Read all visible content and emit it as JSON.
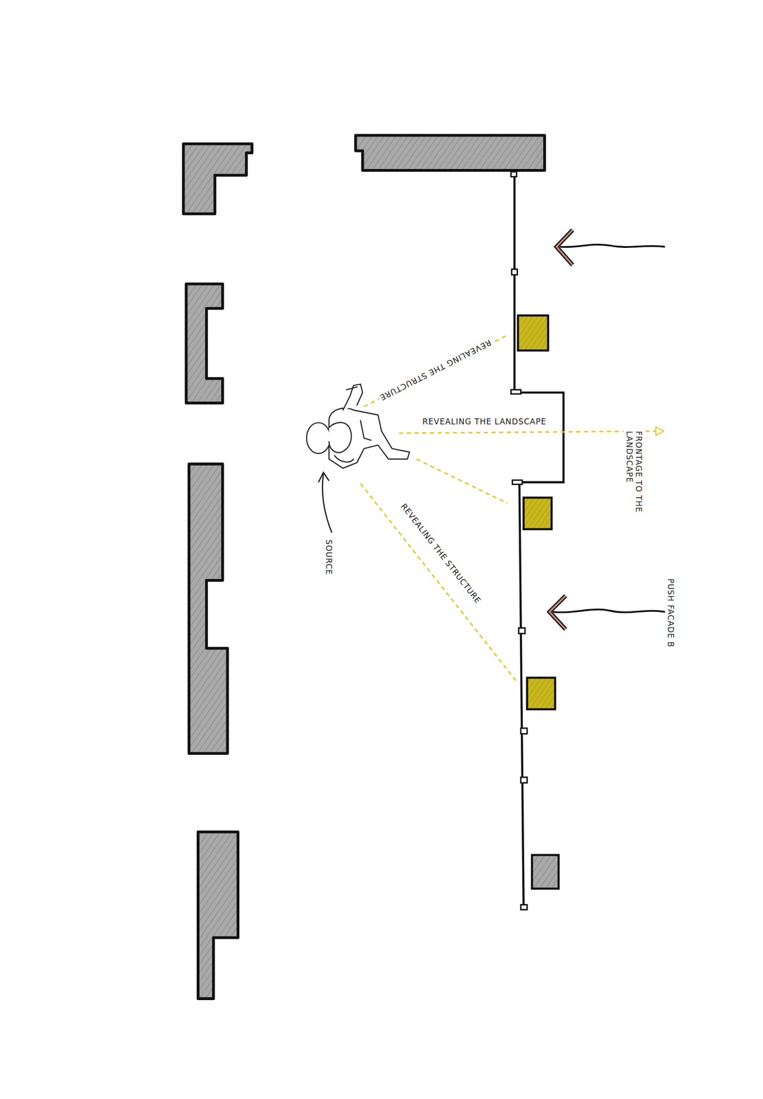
{
  "diagram": {
    "labels": [
      "REVEALING THE STRUCTURE",
      "REVEALING THE LANDSCAPE",
      "REVEALING THE STRUCTURE",
      "FRONTAGE TO THE LANDSCAPE",
      "PUSH FACADE B",
      "SOURCE"
    ]
  }
}
